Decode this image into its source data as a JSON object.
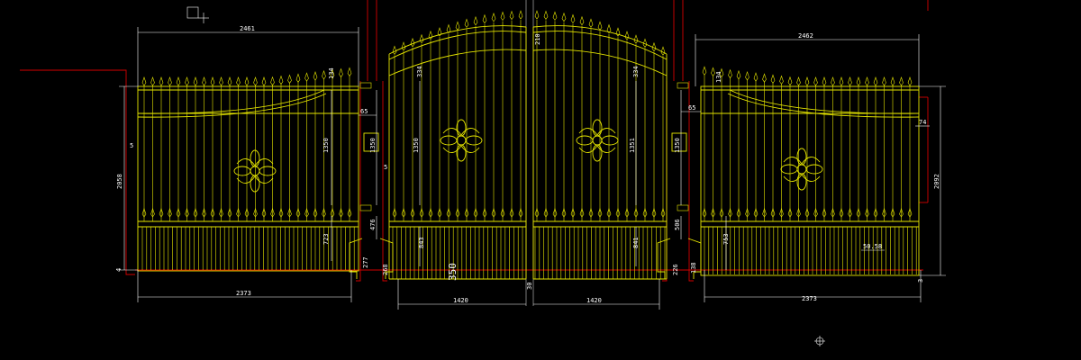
{
  "colors": {
    "background": "#000000",
    "gate": "#e6e600",
    "dimension": "#ffffff",
    "pillar": "#d40000",
    "centerline": "#9a9a9a"
  },
  "dimensions": {
    "top_left_width": "2461",
    "top_right_width": "2462",
    "bottom_left_width": "2373",
    "bottom_right_width": "2373",
    "left_leaf_width": "1420",
    "right_leaf_width": "1420",
    "left_height": "2058",
    "right_height": "2092",
    "center_top": "210",
    "left_arch_rise": "334",
    "right_arch_rise": "334",
    "left_spear": "134",
    "right_spear": "134",
    "left_pillar_gap": "65",
    "right_pillar_gap": "65",
    "left_side_offset": "5",
    "right_side_offset": "74",
    "left_panel_height": "1350",
    "pillar_left_upper": "1350",
    "pillar_left_small": "5",
    "center_left_height": "1350",
    "center_right_height": "1351",
    "pillar_right_upper": "1350",
    "left_low": "723",
    "right_low": "753",
    "pillar_left_476": "476",
    "pillar_right_506": "506",
    "left_base_277": "277",
    "left_base_268": "268",
    "center_base_350": "350",
    "center_gap_30": "30",
    "right_base_226": "226",
    "right_base_138": "138",
    "left_843": "843",
    "right_841": "841",
    "right_base_mark": "50.58",
    "right_small_bottom": "3",
    "left_small_tick": "4"
  }
}
